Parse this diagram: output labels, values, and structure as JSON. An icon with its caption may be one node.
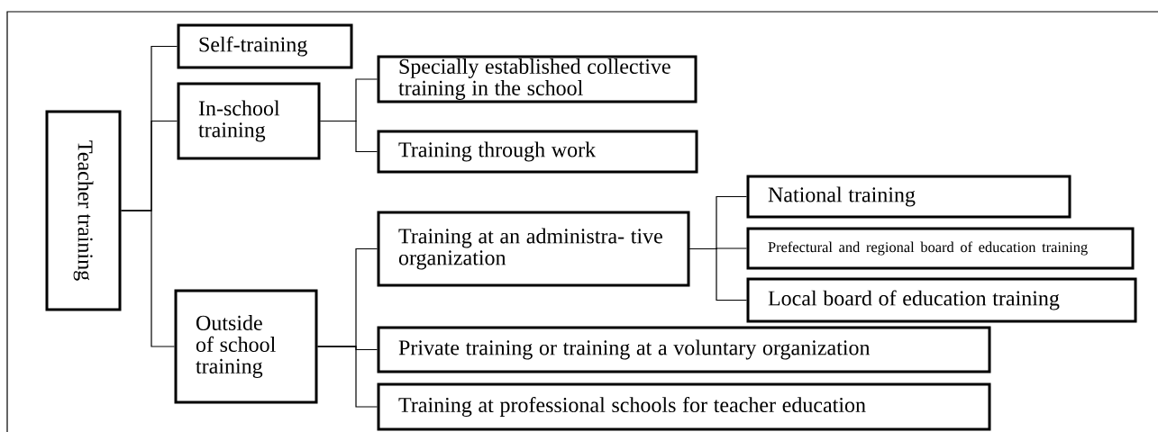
{
  "diagram": {
    "nodes": [
      {
        "text": [
          "Teacher training"
        ]
      },
      {
        "text": [
          "Self-training"
        ]
      },
      {
        "text": [
          "In-school training"
        ]
      },
      {
        "text": [
          "Specially established collective training in the school"
        ]
      },
      {
        "text": [
          "Training through work"
        ]
      },
      {
        "text": [
          "Outside of school training"
        ]
      },
      {
        "text": [
          "Training at an administra- tive organization"
        ]
      },
      {
        "text": [
          "National training"
        ]
      },
      {
        "text": [
          "Prefectural and regional board of education training"
        ]
      },
      {
        "text": [
          "Local board of education training"
        ]
      },
      {
        "text": [
          "Private training or training at a voluntary organization"
        ]
      },
      {
        "text": [
          "Training at professional schools for teacher education"
        ]
      }
    ],
    "edges": [
      {
        "from": 0,
        "to": 1,
        "arrow": "none"
      },
      {
        "from": 0,
        "to": 2,
        "arrow": "none"
      },
      {
        "from": 0,
        "to": 5,
        "arrow": "none"
      },
      {
        "from": 2,
        "to": 3,
        "arrow": "none"
      },
      {
        "from": 2,
        "to": 4,
        "arrow": "none"
      },
      {
        "from": 5,
        "to": 6,
        "arrow": "none"
      },
      {
        "from": 5,
        "to": 10,
        "arrow": "none"
      },
      {
        "from": 5,
        "to": 11,
        "arrow": "none"
      },
      {
        "from": 6,
        "to": 7,
        "arrow": "none"
      },
      {
        "from": 6,
        "to": 8,
        "arrow": "none"
      },
      {
        "from": 6,
        "to": 9,
        "arrow": "none"
      }
    ]
  }
}
